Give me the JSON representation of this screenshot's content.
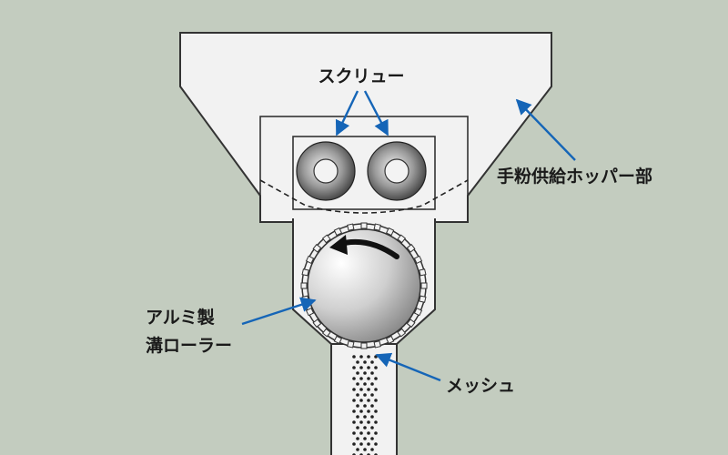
{
  "labels": {
    "screw": "スクリュー",
    "hopper": "手粉供給ホッパー部",
    "roller_line1": "アルミ製",
    "roller_line2": "溝ローラー",
    "mesh": "メッシュ"
  },
  "colors": {
    "background": "#c3ccbf",
    "hopper_fill": "#f2f2f2",
    "outline": "#333333",
    "arrow_blue": "#1565b7",
    "text": "#1a1a1a"
  }
}
